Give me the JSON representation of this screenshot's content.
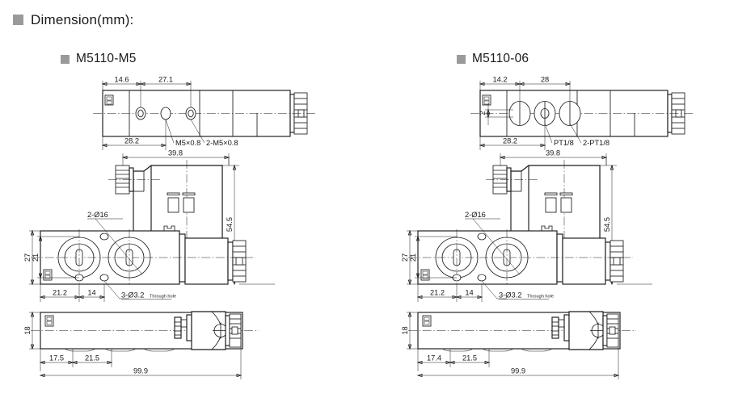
{
  "section": {
    "bullet_color": "#9a9a9a",
    "title": "Dimension(mm):"
  },
  "models": [
    {
      "id": "M5110-M5",
      "title": "M5110-M5",
      "views": {
        "top": {
          "dims_top": [
            "14.6",
            "27.1"
          ],
          "dims_bottom": [
            "28.2"
          ],
          "leaders": [
            "M5×0.8",
            "2-M5×0.8"
          ],
          "offset_label": null
        },
        "solenoid": {
          "width_dim": "39.8",
          "height_dim": "54.5"
        },
        "front": {
          "vert_dims": [
            "27",
            "21"
          ],
          "horiz_dims": [
            "21.2",
            "14"
          ],
          "leaders": [
            "2-Ø16",
            "3-Ø3.2"
          ],
          "leader_note": "Through hole"
        },
        "bottom": {
          "vert_dim": "18",
          "horiz_dims": [
            "17.5",
            "21.5"
          ],
          "overall": "99.9"
        }
      }
    },
    {
      "id": "M5110-06",
      "title": "M5110-06",
      "views": {
        "top": {
          "dims_top": [
            "14.2",
            "28"
          ],
          "dims_bottom": [
            "28.2"
          ],
          "leaders": [
            "PT1/8",
            "2-PT1/8"
          ],
          "offset_label": "2"
        },
        "solenoid": {
          "width_dim": "39.8",
          "height_dim": "54.5"
        },
        "front": {
          "vert_dims": [
            "27",
            "21"
          ],
          "horiz_dims": [
            "21.2",
            "14"
          ],
          "leaders": [
            "2-Ø16",
            "3-Ø3.2"
          ],
          "leader_note": "Through hole"
        },
        "bottom": {
          "vert_dim": "18",
          "horiz_dims": [
            "17.4",
            "21.5"
          ],
          "overall": "99.9"
        }
      }
    }
  ],
  "colors": {
    "line": "#1a1a1a",
    "bullet": "#9a9a9a",
    "background": "#ffffff"
  }
}
